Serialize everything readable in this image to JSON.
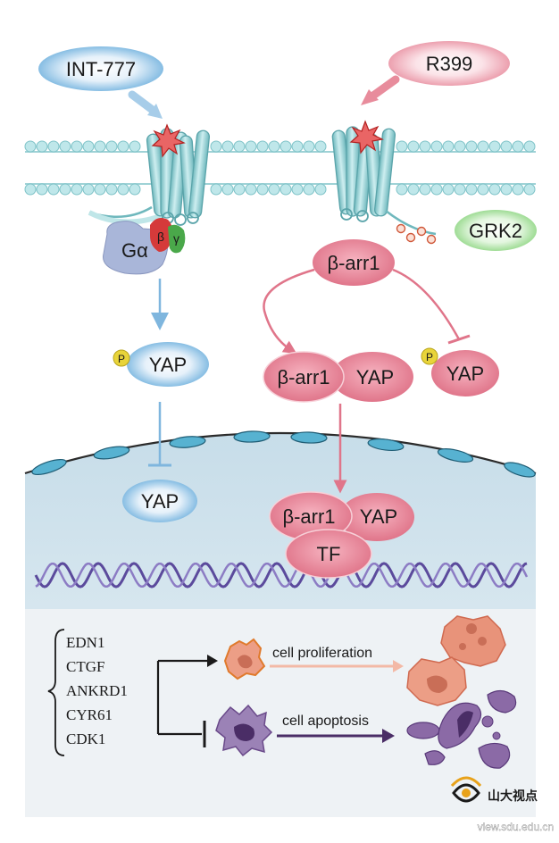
{
  "ligands": {
    "left": "INT-777",
    "right": "R399"
  },
  "gprotein": {
    "alpha": "Gα",
    "beta": "β",
    "gamma": "γ"
  },
  "phospho_label": "P",
  "grk": "GRK2",
  "arrestin": "β-arr1",
  "yap": "YAP",
  "tf": "TF",
  "target_genes": [
    "EDN1",
    "CTGF",
    "ANKRD1",
    "CYR61",
    "CDK1"
  ],
  "outcomes": {
    "proliferation": "cell proliferation",
    "apoptosis": "cell apoptosis"
  },
  "watermark": {
    "name": "山大视点",
    "url": "view.sdu.edu.cn"
  },
  "colors": {
    "blue_accent": "#7fb6de",
    "pink_accent": "#e0758a",
    "receptor": "#9fd3d6",
    "membrane": "#a8dde0",
    "nucleus_bg": "#d6e7f0",
    "dna": "#5b4a9c",
    "proliferation": "#e48a70",
    "apoptosis": "#6a4a8a"
  }
}
